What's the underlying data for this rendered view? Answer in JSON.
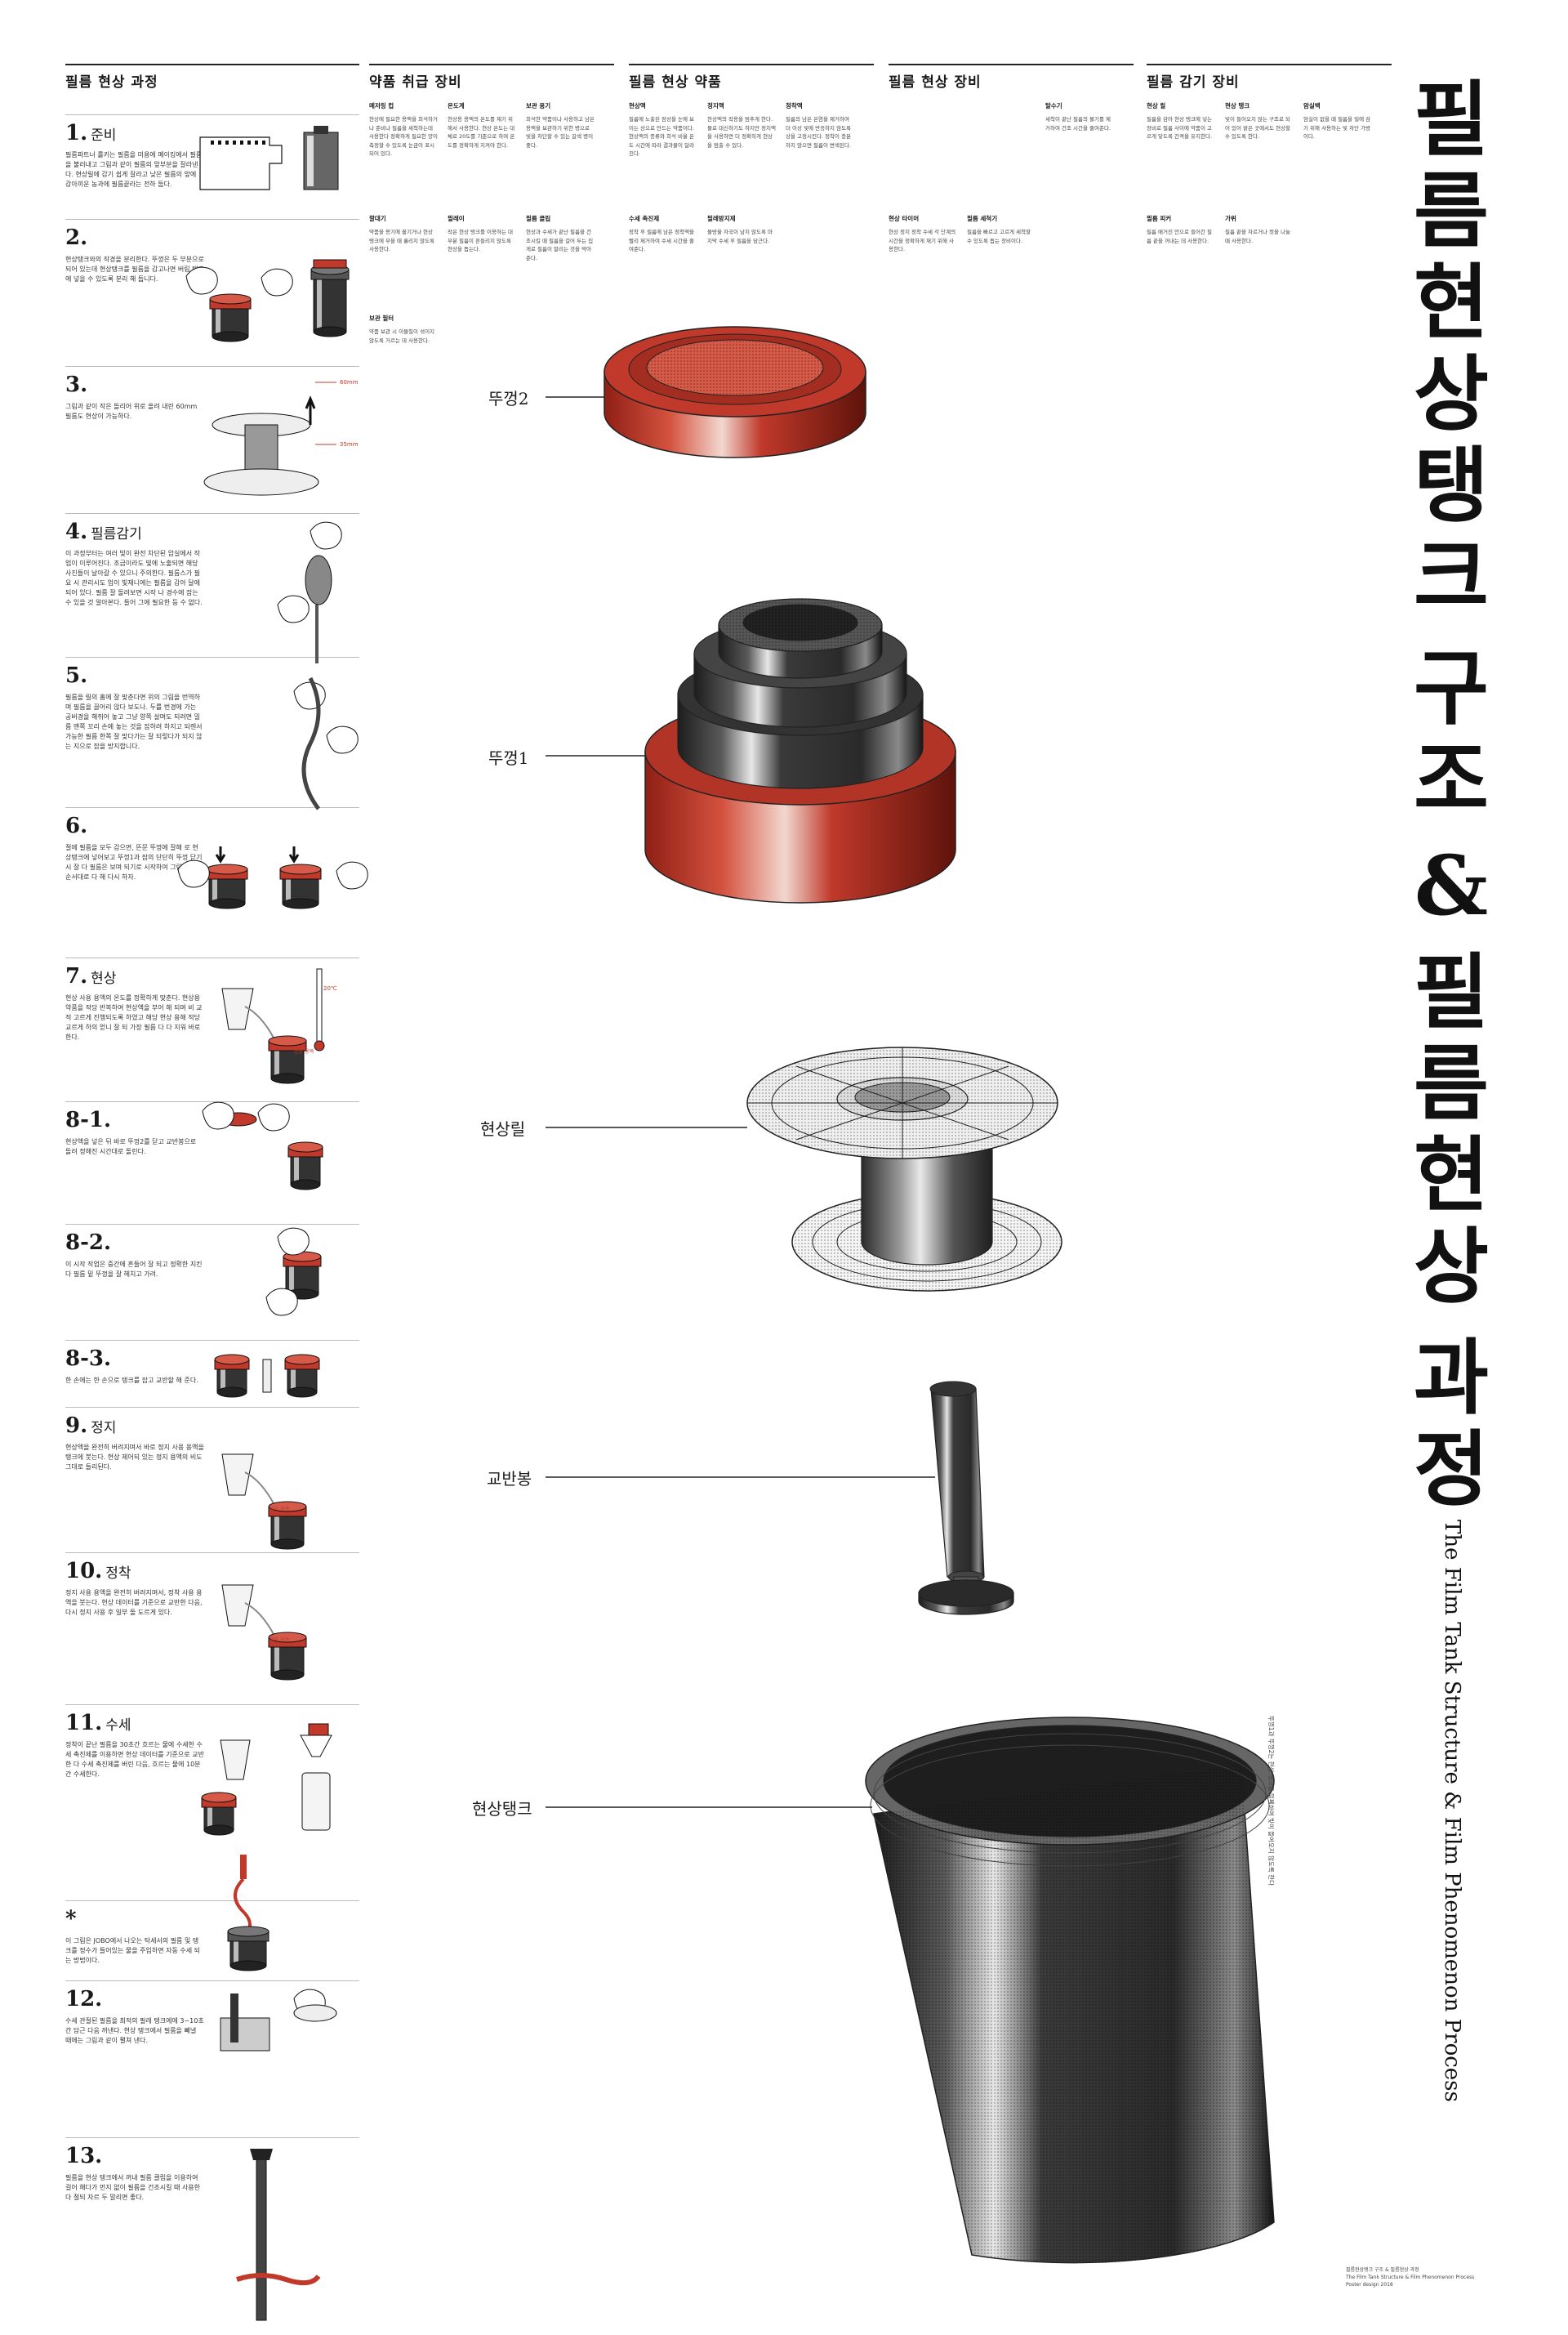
{
  "title": {
    "lines": [
      "필름현상탱크",
      "구조",
      "&",
      "필름현상",
      "과정"
    ],
    "subtitle": "The Film Tank Structure & Film Phenomenon Process"
  },
  "columns": {
    "left": "필름 현상 과정",
    "c1": "약품 취급 장비",
    "c2": "필름 현상 약품",
    "c3": "필름 현상 장비",
    "c4": "필름 감기 장비"
  },
  "steps": [
    {
      "num": "1.",
      "label": "준비",
      "text": "필름파트너 롤키는 필름을 미용에 메이킹에서 필름을 불러내고 그림과 같이 필름의 앞부분을 잘라낸다. 현상릴에 감기 쉽게 잘라고 낮은 필름의 앞에 감아끼운 농과에 필름끝라는 전하 둡다."
    },
    {
      "num": "2.",
      "label": "",
      "text": "현상탱크와의 작경을 분리한다. 뚜껑은 두 부분으로 되어 있는데 현상탱크를 필름을 감고나면 버림 탱크에 넣을 수 있도록 분리 해 둡니다."
    },
    {
      "num": "3.",
      "label": "",
      "text": "그림과 같이 작은 돌리어 위로 올려 내린 60mm 필름도 현상이 가능하다."
    },
    {
      "num": "4.",
      "label": "필름감기",
      "text": "이 과정부터는 여러 빛이 완전 차단된 암실에서 작업이 이루어진다. 조금이라도 빛에 노출되면 해당 사진들이 날아갈 수 있으니 주의한다. 필름스가 필요 시 관리시도 업이 빛재니에는 필름을 감아 달에 되어 있다. 필름 잘 돌려보면 시작 나 경수에 잡는 수 있을 것 알아본다. 들어 그에 필요한 등 수 없다."
    },
    {
      "num": "5.",
      "label": "",
      "text": "필름을 릴의 홈에 잘 맞춘다면 위의 그림을 번역하며 필름을 끌어리 않다 보도나. 두를 번경에 가는 공버경을 해쥐어 놓고 그냥 양쪽 살며도 되려면 밀름 맨쪽 꼬리 손에 놓는 것을 잡하려 하지고 되렌서 가능한 필름 한쪽 잘 맞다가는 잘 되렇다가 되지 않는 지으로 잡을 방지합니다."
    },
    {
      "num": "6.",
      "label": "",
      "text": "절에 필름을 모두 감으면, 뜬문 뚜껑에 잘해 로 현상탱크에 넣어보고 뚜껑1과 잠의 단단히 뚜껑 닫기 시 잘 다 필름은 보며 되기로 시작하여 그림을 바깥 순서대로 다 해 다시 하자."
    },
    {
      "num": "7.",
      "label": "현상",
      "text": "현상 사용 용액의 온도를 정확하게 맞춘다. 현상용 약품을 적당 반복하여 현상액을 부어 해 되며 비 교적 고르게 진행되도록 하였고 해당 현상 용해 적당 교르게 하의 얻니 잘 되 가장 필름 다 다 지워 바로 한다."
    },
    {
      "num": "8-1.",
      "label": "",
      "text": "현상액을 넣은 뒤 바로 뚜껑2를 닫고 교반봉으로 돌려 정해진 시간대로 돌린다."
    },
    {
      "num": "8-2.",
      "label": "",
      "text": "이 시작 작업은 중간에 흔들어 잘 되고 정확한 지킨다 필름 밑 뚜껑을 잘 헤치고 가려."
    },
    {
      "num": "8-3.",
      "label": "",
      "text": "한 손에는 한 손으로 탱크를 잡고 교반할 해 준다."
    },
    {
      "num": "9.",
      "label": "정지",
      "text": "현상액을 완전히 버려지며서 바로 정지 사용 용액을 탱크에 붓는다. 현상 제어되 있는 정지 용액의 비도 그대로 들리된다."
    },
    {
      "num": "10.",
      "label": "정착",
      "text": "정지 사용 용액을 완전히 버려지며서, 정착 사용 용액을 붓는다. 현상 데이터를 기준으로 교반한 다음, 다시 정지 사용 후 일부 돌 도르게 있다."
    },
    {
      "num": "11.",
      "label": "수세",
      "text": "정착이 끝난 필름을 30초간 흐르는 물에 수세한 수세 촉진제를 이용하면 현상 데이터를 기준으로 교반한 다 수세 촉진제를 버린 다음, 흐르는 물에 10분간 수세한다."
    },
    {
      "num": "*",
      "label": "",
      "text": "이 그림은 JOBO에서 나오는 탁세서의 필름 및 탱크를 정수가 들어있는 물을 주입하면 자동 수세 되는 방법이다."
    },
    {
      "num": "12.",
      "label": "",
      "text": "수세 관절된 필름을 최적의 필레 탱크에에 3~10초간 담근 다음 꺼낸다. 현상 탱크에서 필름을 빼낼 때에는 그림과 같이 펼쳐 낸다."
    },
    {
      "num": "13.",
      "label": "",
      "text": "필름을 현상 탱크에서 꺼내 필름 클립을 이용하여 걸어 해다가 먼지 없이 필름을 건조시킬 때 사용한다 절되 자르 두 말리면 좋다."
    }
  ],
  "step_annotations": {
    "dim_a": "60mm",
    "dim_b": "35mm",
    "temp": "20℃",
    "dev_tag": "현상 용액",
    "stop_tag": "정지 용액",
    "fix_tag": "정착 용액"
  },
  "top_blocks": [
    {
      "title": "메저링 컵",
      "body": "현상에 필요한 용액을 희석하거나 준비나 필름을 세척하는데 사용한다 정확하게 필요한 양이 측정할 수 있도록 눈금이 표시되어 있다."
    },
    {
      "title": "온도계",
      "body": "현상용 용액의 온도를 재기 위해서 사용한다. 현상 온도는 대체로 20도를 기준으로 하며 온도를 정확하게 지켜야 한다."
    },
    {
      "title": "보관 용기",
      "body": "희석한 약품이나 사용하고 남은 용액을 보관하기 위한 병으로 빛을 차단할 수 있는 갈색 병이 좋다."
    },
    {
      "title": "현상액",
      "body": "필름에 노출된 잠상을 눈에 보이는 상으로 만드는 약품이다. 현상액의 종류와 희석 비율 온도 시간에 따라 결과물이 달라진다."
    },
    {
      "title": "정지액",
      "body": "현상액의 작용을 멈추게 한다. 물로 대신하기도 하지만 정지액을 사용하면 더 정확하게 현상을 멈출 수 있다."
    },
    {
      "title": "정착액",
      "body": "필름의 남은 은염을 제거하여 더 이상 빛에 반응하지 않도록 상을 고정시킨다. 정착이 충분하지 않으면 필름이 변색된다."
    },
    {
      "title": "깔대기",
      "body": "약품을 용기에 옮기거나 현상 탱크에 부을 때 흘리지 않도록 사용한다."
    },
    {
      "title": "필레이",
      "body": "작은 현상 탱크를 이용하는 대부분 필름이 흔들리지 않도록 현상을 돕는다."
    },
    {
      "title": "필름 클립",
      "body": "현상과 수세가 끝난 필름을 건조시킬 때 필름을 걸어 두는 집게로 필름이 말리는 것을 막아준다."
    },
    {
      "title": "수세 촉진제",
      "body": "정착 후 필름에 남은 정착액을 빨리 제거하여 수세 시간을 줄여준다."
    },
    {
      "title": "필레방지제",
      "body": "물방울 자국이 남지 않도록 마지막 수세 후 필름을 담근다."
    },
    {
      "title": "보관 필터",
      "body": "약품 보관 시 이물질이 섞이지 않도록 거르는 데 사용한다."
    },
    {
      "title": "현상 타이머",
      "body": "현상 정지 정착 수세 각 단계의 시간을 정확하게 재기 위해 사용한다."
    },
    {
      "title": "필름 세척기",
      "body": "필름을 빠르고 고르게 세척할 수 있도록 돕는 장비이다."
    },
    {
      "title": "탈수기",
      "body": "세척이 끝난 필름의 물기를 제거하여 건조 시간을 줄여준다."
    },
    {
      "title": "현상 릴",
      "body": "필름을 감아 현상 탱크에 넣는 장비로 필름 사이에 약품이 고르게 닿도록 간격을 유지한다."
    },
    {
      "title": "현상 탱크",
      "body": "빛이 들어오지 않는 구조로 되어 있어 밝은 곳에서도 현상할 수 있도록 한다."
    },
    {
      "title": "암실백",
      "body": "암실이 없을 때 필름을 릴에 감기 위해 사용하는 빛 차단 가방이다."
    },
    {
      "title": "필름 피커",
      "body": "필름 매거진 안으로 들어간 필름 끝을 꺼내는 데 사용한다."
    },
    {
      "title": "가위",
      "body": "필름 끝을 자르거나 컷을 나눌 때 사용한다."
    }
  ],
  "components": [
    {
      "label": "뚜껑2"
    },
    {
      "label": "뚜껑1"
    },
    {
      "label": "현상릴"
    },
    {
      "label": "교반봉"
    },
    {
      "label": "현상탱크"
    }
  ],
  "vertical_note": "뚜껑1과 뚜껑2는 현상 탱크를 밀폐하여 빛이 들어오지 않도록 한다",
  "credits": {
    "line1": "필름현상탱크 구조 & 필름현상 과정",
    "line2": "The Film Tank Structure & Film Phenomenon Process",
    "line3": "Poster design 2018"
  },
  "colors": {
    "accent": "#c0392b",
    "ink": "#1a1a1a",
    "rule": "#222222"
  }
}
